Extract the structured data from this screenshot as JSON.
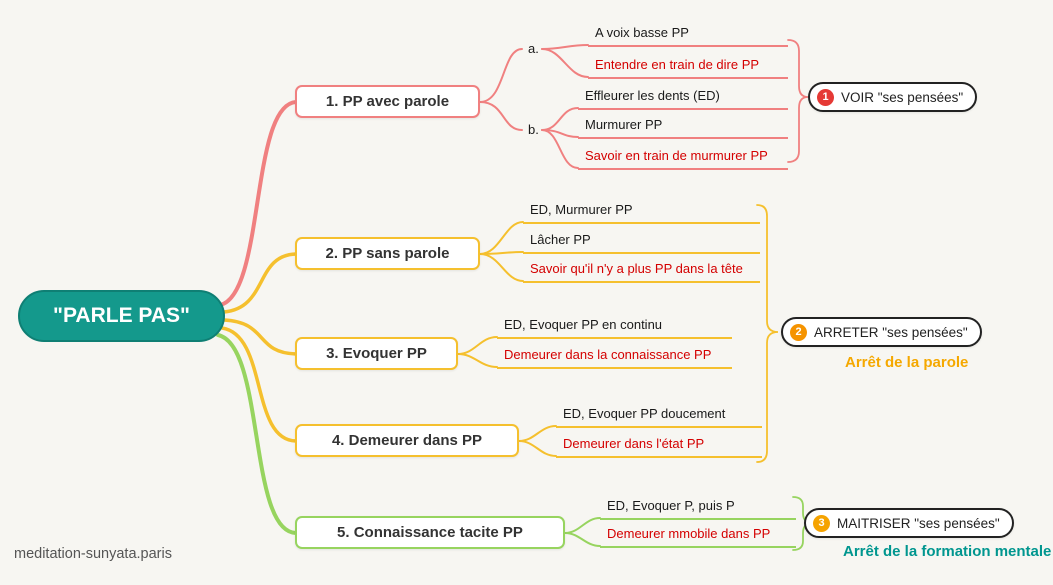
{
  "watermark": "meditation-sunyata.paris",
  "center": {
    "label": "\"PARLE PAS\""
  },
  "colors": {
    "background": "#f7f6f2",
    "center_bg": "#14998c",
    "branch1": "#f08080",
    "branch2_3_4": "#f5c02e",
    "branch5": "#97d45f",
    "red_text": "#d40000",
    "caption_parole": "#f5a800",
    "caption_formation": "#00968f",
    "badge1": "#e53935",
    "badge2": "#f59300",
    "badge3": "#f5a300"
  },
  "branches": [
    {
      "label": "1. PP avec parole",
      "groups": [
        {
          "label": "a.",
          "leaves": [
            {
              "text": "A voix basse PP"
            },
            {
              "text": "Entendre en train de dire PP"
            }
          ]
        },
        {
          "label": "b.",
          "leaves": [
            {
              "text": "Effleurer les dents (ED)"
            },
            {
              "text": "Murmurer PP"
            },
            {
              "text": "Savoir en train de murmurer PP"
            }
          ]
        }
      ]
    },
    {
      "label": "2. PP sans parole",
      "leaves": [
        {
          "text": "ED, Murmurer PP"
        },
        {
          "text": "Lâcher PP"
        },
        {
          "text": "Savoir qu'il n'y a plus PP dans la tête"
        }
      ]
    },
    {
      "label": "3. Evoquer PP",
      "leaves": [
        {
          "text": "ED, Evoquer PP en continu"
        },
        {
          "text": "Demeurer dans la connaissance PP"
        }
      ]
    },
    {
      "label": "4. Demeurer dans PP",
      "leaves": [
        {
          "text": "ED, Evoquer PP doucement"
        },
        {
          "text": "Demeurer dans l'état PP"
        }
      ]
    },
    {
      "label": "5. Connaissance tacite PP",
      "leaves": [
        {
          "text": "ED, Evoquer P, puis P"
        },
        {
          "text": "Demeurer mmobile dans PP"
        }
      ]
    }
  ],
  "summaries": [
    {
      "number": "1",
      "label": "VOIR \"ses pensées\""
    },
    {
      "number": "2",
      "label": "ARRETER \"ses pensées\"",
      "caption": "Arrêt de la parole"
    },
    {
      "number": "3",
      "label": "MAITRISER \"ses pensées\"",
      "caption": "Arrêt de la formation mentale"
    }
  ]
}
